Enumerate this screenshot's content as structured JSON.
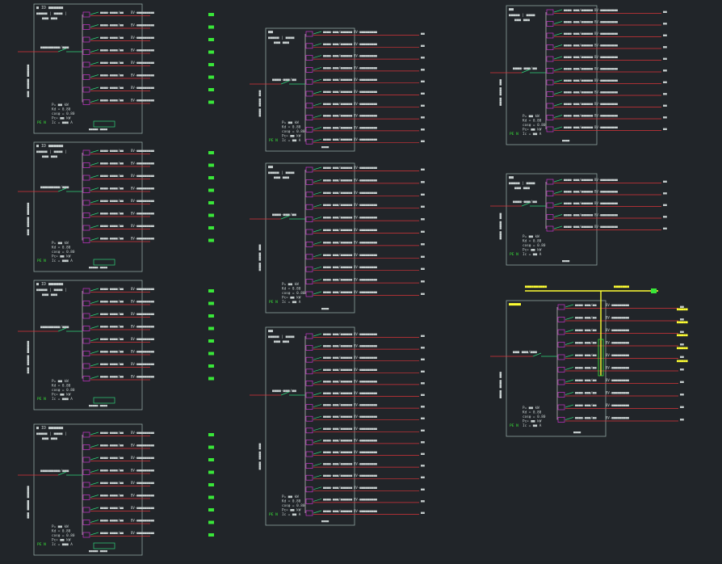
{
  "colors": {
    "background": "#212529",
    "frame": "#8fa3a0",
    "feeder": "#d8343a",
    "bus": "#9a9a9a",
    "breaker_box": "#cc33cc",
    "switch": "#2fd37a",
    "text": "#c8d0d0",
    "highlight": "#ffee00",
    "load_green": "#39e639",
    "label_yellow": "#ffff33"
  },
  "panels": [
    {
      "id": "p1",
      "title": "■ ID  ■■■■■■",
      "header": [
        "■■■■■ | ■■■■ |",
        "■■■ ■■■"
      ],
      "incomer": "■■■■■■■■■/■■■",
      "vertical": "■■■ ■■■■■ ■■■■■■",
      "rows": 8,
      "circuits": [
        "■■■■-■■■■/■■",
        "■■■■-■■■■/■■",
        "■■■■-■■■■/■■",
        "■■■■-■■■■/■■",
        "■■■■-■■■■/■■",
        "■■■■-■■■■/■■",
        "■■■■-■■■■/■■",
        "■■■■-■■■■/■■"
      ],
      "summary": [
        "P=  ■■ kW",
        "Kd =  0.80",
        "cosφ =  0.80",
        "Pc=  ■■ kW",
        "Ic =  ■■■ A"
      ],
      "spd": "■■■■■ ■■■■"
    },
    {
      "id": "p2",
      "title": "■ ID  ■■■■■■",
      "header": [
        "■■■■■ | ■■■■ |",
        "■■■ ■■■"
      ],
      "incomer": "■■■■■■■■■/■■■",
      "vertical": "■■■ ■■■■■ ■■■■■■",
      "rows": 8,
      "circuits": [
        "■■■■-■■■■/■■",
        "■■■■-■■■■/■■",
        "■■■■-■■■■/■■",
        "■■■■-■■■■/■■",
        "■■■■-■■■■/■■",
        "■■■■-■■■■/■■",
        "■■■■-■■■■/■■",
        "■■■■-■■■■/■■"
      ],
      "summary": [
        "P=  ■■ kW",
        "Kd =  0.80",
        "cosφ =  0.80",
        "Pc=  ■■ kW",
        "Ic =  ■■■ A"
      ],
      "spd": "■■■■■ ■■■■"
    },
    {
      "id": "p3",
      "title": "■ ID  ■■■■■■",
      "header": [
        "■■■■■ | ■■■■ |",
        "■■■ ■■■"
      ],
      "incomer": "■■■■■■■■■/■■■",
      "vertical": "■■■ ■■■■■ ■■■■■■",
      "rows": 8,
      "circuits": [
        "■■■■-■■■■/■■",
        "■■■■-■■■■/■■",
        "■■■■-■■■■/■■",
        "■■■■-■■■■/■■",
        "■■■■-■■■■/■■",
        "■■■■-■■■■/■■",
        "■■■■-■■■■/■■",
        "■■■■-■■■■/■■"
      ],
      "summary": [
        "P=  ■■ kW",
        "Kd =  0.80",
        "cosφ =  0.80",
        "Pc=  ■■ kW",
        "Ic =  ■■■ A"
      ],
      "spd": "■■■■■ ■■■■"
    },
    {
      "id": "p4",
      "title": "■ ID  ■■■■■■",
      "header": [
        "■■■■■ | ■■■■ |",
        "■■■ ■■■"
      ],
      "incomer": "■■■■■■■■■/■■■",
      "vertical": "■■■ ■■■■■ ■■■■■■",
      "rows": 9,
      "circuits": [
        "■■■■-■■■■/■■",
        "■■■■-■■■■/■■",
        "■■■■-■■■■/■■",
        "■■■■-■■■■/■■",
        "■■■■-■■■■/■■",
        "■■■■-■■■■/■■",
        "■■■■-■■■■/■■",
        "■■■■-■■■■/■■",
        "■■■■-■■■■/■■"
      ],
      "summary": [
        "P=  ■■ kW",
        "Kd =  0.80",
        "cosφ =  0.80",
        "Pc=  ■■ kW",
        "Ic =  ■■■ A"
      ],
      "spd": "■■■■■ ■■■■"
    },
    {
      "id": "p5",
      "title": "■■",
      "header": [
        "■■■■■ | ■■■■",
        "■■■ ■■■"
      ],
      "incomer": "■■■■-■■■/■■",
      "vertical": "■■■■ ■■■■ ■■■",
      "rows": 10,
      "circuits": [
        "■■■■-■■■/■■■■■■",
        "■■■■-■■■/■■■■■■",
        "■■■■-■■■/■■■■■■",
        "■■■■-■■■/■■■■■■",
        "■■■■-■■■/■■■■■■",
        "■■■■-■■■/■■■■■■",
        "■■■■-■■■/■■■■■■",
        "■■■■-■■■/■■■■■■",
        "■■■■-■■■/■■■■■■",
        "■■■■-■■■/■■■■■■"
      ],
      "summary": [
        "P=  ■■ kW",
        "Kd =  0.80",
        "cosφ =  0.80",
        "Pc=  ■■ kW",
        "Ic =  ■■ A"
      ],
      "spd": "■■■■"
    },
    {
      "id": "p6",
      "title": "■■",
      "header": [
        "■■■■■ | ■■■■",
        "■■■ ■■■"
      ],
      "incomer": "■■■■-■■■/■■",
      "vertical": "■■■■ ■■■■ ■■■",
      "rows": 11,
      "circuits": [
        "■■■■-■■■/■■■■■■",
        "■■■■-■■■/■■■■■■",
        "■■■■-■■■/■■■■■■",
        "■■■■-■■■/■■■■■■",
        "■■■■-■■■/■■■■■■",
        "■■■■-■■■/■■■■■■",
        "■■■■-■■■/■■■■■■",
        "■■■■-■■■/■■■■■■",
        "■■■■-■■■/■■■■■■",
        "■■■■-■■■/■■■■■■",
        "■■■■-■■■/■■■■■■"
      ],
      "summary": [
        "P=  ■■ kW",
        "Kd =  0.80",
        "cosφ =  0.80",
        "Pc=  ■■ kW",
        "Ic =  ■■ A"
      ],
      "spd": "■■■■"
    },
    {
      "id": "p7",
      "title": "■■",
      "header": [
        "■■■■■ | ■■■■",
        "■■■ ■■■"
      ],
      "incomer": "■■■■-■■■/■■",
      "vertical": "■■■■ ■■■■ ■■■",
      "rows": 16,
      "circuits": [
        "■■■■-■■■/■■■■■■",
        "■■■■-■■■/■■■■■■",
        "■■■■-■■■/■■■■■■",
        "■■■■-■■■/■■■■■■",
        "■■■■-■■■/■■■■■■",
        "■■■■-■■■/■■■■■■",
        "■■■■-■■■/■■■■■■",
        "■■■■-■■■/■■■■■■",
        "■■■■-■■■/■■■■■■",
        "■■■■-■■■/■■■■■■",
        "■■■■-■■■/■■■■■■",
        "■■■■-■■■/■■■■■■",
        "■■■■-■■■/■■■■■■",
        "■■■■-■■■/■■■■■■",
        "■■■■-■■■/■■■■■■",
        "■■■■-■■■/■■■■■■"
      ],
      "summary": [
        "P=  ■■ kW",
        "Kd =  0.80",
        "cosφ =  0.80",
        "Pc=  ■■ kW",
        "Ic =  ■■ A"
      ],
      "spd": "■■■■"
    },
    {
      "id": "p8",
      "title": "■■",
      "header": [
        "■■■■■ | ■■■■",
        "■■■ ■■■"
      ],
      "incomer": "■■■■-■■■/■■",
      "vertical": "■■■■ ■■■■ ■■■",
      "rows": 11,
      "circuits": [
        "■■■■-■■■/■■■■■■",
        "■■■■-■■■/■■■■■■",
        "■■■■-■■■/■■■■■■",
        "■■■■-■■■/■■■■■■",
        "■■■■-■■■/■■■■■■",
        "■■■■-■■■/■■■■■■",
        "■■■■-■■■/■■■■■■",
        "■■■■-■■■/■■■■■■",
        "■■■■-■■■/■■■■■■",
        "■■■■-■■■/■■■■■■",
        "■■■■-■■■/■■■■■■"
      ],
      "summary": [
        "P=  ■■ kW",
        "Kd =  0.80",
        "cosφ =  0.80",
        "Pc=  ■■ kW",
        "Ic =  ■■ A"
      ],
      "spd": "■■■■"
    },
    {
      "id": "p9",
      "title": "■■",
      "header": [
        "■■■■■ | ■■■■",
        "■■■ ■■■"
      ],
      "incomer": "■■■■-■■■/■■",
      "vertical": "■■■■ ■■■■ ■■■",
      "rows": 5,
      "circuits": [
        "■■■■-■■■/■■■■■■",
        "■■■■-■■■/■■■■■■",
        "■■■■-■■■/■■■■■■",
        "■■■■-■■■/■■■■■■",
        "■■■■-■■■/■■■■■■"
      ],
      "summary": [
        "P=  ■■ kW",
        "Kd =  0.80",
        "cosφ =  0.80",
        "Pc=  ■■ kW",
        "Ic =  ■■ A"
      ],
      "spd": "■■■■"
    },
    {
      "id": "p10",
      "title": "■■■■■",
      "header": [
        "",
        ""
      ],
      "incomer": "■■■ ■■■/■■■",
      "vertical": "■■■■ ■■■■ ■■■",
      "rows": 10,
      "circuits": [
        "■■■■-■■■/■■",
        "■■■■-■■■/■■",
        "■■■■-■■■/■■",
        "■■■■-■■■/■■",
        "■■■■-■■■/■■",
        "■■■■-■■■/■■",
        "■■■■-■■■/■■",
        "■■■■-■■■/■■",
        "■■■■-■■■/■■",
        "■■■■-■■■/■■"
      ],
      "summary": [
        "P=  ■■ kW",
        "Kd =  0.80",
        "cosφ =  0.80",
        "Pc=  ■■ kW",
        "Ic =  ■■ A"
      ],
      "spd": "■■■■"
    }
  ],
  "top_feed": {
    "left_label": "■■■■■■■■■■",
    "right_label": "■■■■■■■"
  }
}
